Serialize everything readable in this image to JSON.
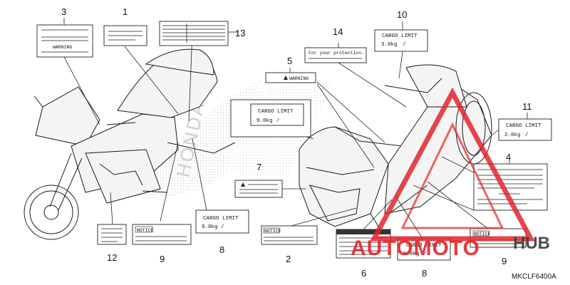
{
  "diagram": {
    "ref_code": "MKCLF6400A",
    "watermark_text": "HONDA",
    "brand_overlay": {
      "text_red": "AUTOMOTO",
      "text_dark": "HUB",
      "color_red": "#e0262b",
      "color_dark": "#3b3b3b"
    }
  },
  "callouts": {
    "c1": "1",
    "c2": "2",
    "c3": "3",
    "c4": "4",
    "c5": "5",
    "c6": "6",
    "c7": "7",
    "c8a": "8",
    "c8b": "8",
    "c8c": "8",
    "c9a": "9",
    "c9b": "9",
    "c10": "10",
    "c11": "11",
    "c12": "12",
    "c13": "13",
    "c14": "14"
  },
  "labels": {
    "cargo_title": "CARGO LIMIT",
    "cargo_small": "3.0kg",
    "cargo_main": "9.0kg",
    "cargo_side": "2.0kg",
    "warning": "WARNING",
    "notice": "NOTICE",
    "protection": "For your protection."
  },
  "colors": {
    "line": "#222222",
    "watermark": "#c8c8c8"
  }
}
